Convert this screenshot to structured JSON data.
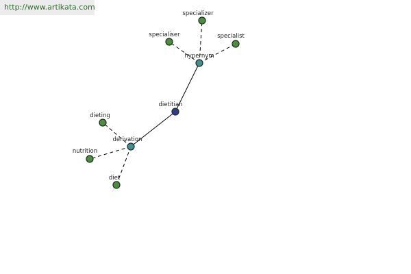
{
  "watermark": {
    "text": "http://www.artikata.com"
  },
  "graph": {
    "colors": {
      "word": "#4a8f3c",
      "relation": "#3f9090",
      "center": "#2d3f8c"
    },
    "nodes": {
      "dietitian": {
        "label": "dietitian",
        "kind": "center"
      },
      "hypernym": {
        "label": "hypernym",
        "kind": "relation"
      },
      "derivation": {
        "label": "derivation",
        "kind": "relation"
      },
      "specializer": {
        "label": "specializer",
        "kind": "word"
      },
      "specialiser": {
        "label": "specialiser",
        "kind": "word"
      },
      "specialist": {
        "label": "specialist",
        "kind": "word"
      },
      "dieting": {
        "label": "dieting",
        "kind": "word"
      },
      "nutrition": {
        "label": "nutrition",
        "kind": "word"
      },
      "diet": {
        "label": "diet",
        "kind": "word"
      }
    },
    "edges": [
      {
        "from": "dietitian",
        "to": "hypernym",
        "style": "solid"
      },
      {
        "from": "dietitian",
        "to": "derivation",
        "style": "solid"
      },
      {
        "from": "hypernym",
        "to": "specializer",
        "style": "dashed"
      },
      {
        "from": "hypernym",
        "to": "specialiser",
        "style": "dashed"
      },
      {
        "from": "hypernym",
        "to": "specialist",
        "style": "dashed"
      },
      {
        "from": "derivation",
        "to": "dieting",
        "style": "dashed"
      },
      {
        "from": "derivation",
        "to": "nutrition",
        "style": "dashed"
      },
      {
        "from": "derivation",
        "to": "diet",
        "style": "dashed"
      }
    ]
  }
}
